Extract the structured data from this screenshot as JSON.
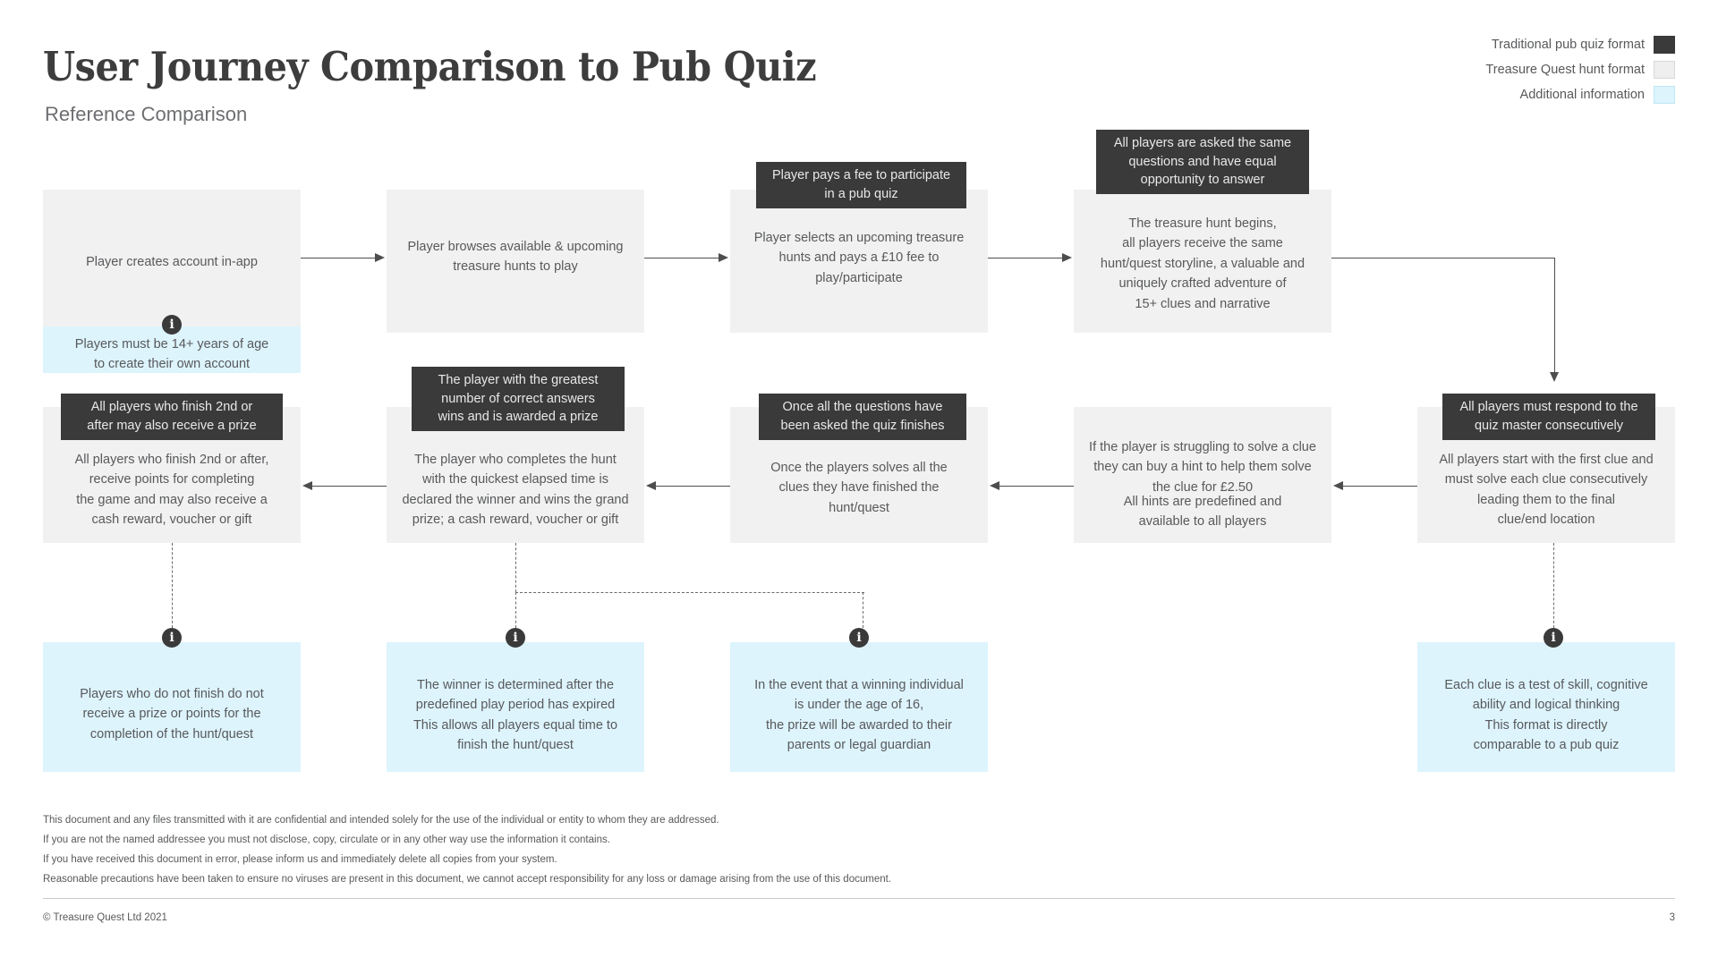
{
  "header": {
    "title": "User Journey Comparison to Pub Quiz",
    "subtitle": "Reference Comparison"
  },
  "legend": {
    "items": [
      {
        "label": "Traditional pub quiz format",
        "color": "#3a3a3a",
        "swatch": "dark"
      },
      {
        "label": "Treasure Quest hunt format",
        "color": "#efefef",
        "swatch": "grey"
      },
      {
        "label": "Additional information",
        "color": "#ddf4fd",
        "swatch": "blue"
      }
    ]
  },
  "icons": {
    "info": "i"
  },
  "flow": {
    "row1": [
      {
        "id": "create-account",
        "header": null,
        "body": "Player creates account in-app",
        "body2": null
      },
      {
        "id": "browse-hunts",
        "header": null,
        "body": "Player browses available & upcoming\ntreasure hunts to play",
        "body2": null
      },
      {
        "id": "pays-fee",
        "header": "Player pays a fee to participate\nin a pub quiz",
        "body": "Player selects an upcoming treasure\nhunts and pays a £10 fee to\nplay/participate",
        "body2": null
      },
      {
        "id": "hunt-begins",
        "header": "All players are asked the same\nquestions and have equal\nopportunity to answer",
        "body": "The treasure  hunt begins,\nall players receive the same\nhunt/quest storyline, a valuable and\nuniquely crafted adventure of\n15+ clues and narrative",
        "body2": null
      }
    ],
    "row2": [
      {
        "id": "finish-second",
        "header": "All players who finish 2nd or\nafter may also receive a prize",
        "body": "All players who finish 2nd or after,\nreceive points for completing\nthe game and may also receive a\ncash reward, voucher or gift",
        "body2": null
      },
      {
        "id": "winner-declared",
        "header": "The player with the greatest\nnumber of correct answers\nwins and is awarded a prize",
        "body": "The player who completes the hunt\nwith the quickest elapsed time is\ndeclared the winner and wins the grand\nprize; a cash reward, voucher or gift",
        "body2": null
      },
      {
        "id": "quiz-finishes",
        "header": "Once all the questions have\nbeen asked the quiz finishes",
        "body": "Once the players solves all the\nclues they have finished the\nhunt/quest",
        "body2": null
      },
      {
        "id": "buy-hint",
        "header": null,
        "body": "If the player is struggling to solve a clue\nthey can buy a hint to help them solve\nthe clue for £2.50",
        "body2": "All hints are predefined and\navailable to all players"
      },
      {
        "id": "respond-consecutively",
        "header": "All players must respond to the\nquiz master consecutively",
        "body": "All players start with the first clue and\nmust solve each clue consecutively\nleading them to the final\nclue/end location",
        "body2": null
      }
    ],
    "callouts": [
      {
        "id": "age-requirement",
        "body": "Players must be 14+ years of age\nto create their own account",
        "body2": null
      },
      {
        "id": "no-finish-no-prize",
        "body": "Players who do not finish do not\nreceive a prize or points for the\ncompletion of the hunt/quest",
        "body2": null
      },
      {
        "id": "winner-timing",
        "body": "The winner is determined after the\npredefined play period has expired",
        "body2": "This allows all players equal time to\nfinish the hunt/quest"
      },
      {
        "id": "under-16-guardian",
        "body": "In the event that a winning individual\nis under the age of 16,\nthe prize will be awarded to their\nparents or legal guardian",
        "body2": null
      },
      {
        "id": "clue-skill-test",
        "body": "Each clue is a test of skill, cognitive\nability and logical thinking",
        "body2": "This format is directly\ncomparable to a pub quiz"
      }
    ]
  },
  "footer": {
    "disclaimer": [
      "This document and any files transmitted with it are confidential and intended solely for the use of the individual or entity to whom they are addressed.",
      "If you are not the named addressee you must not disclose, copy, circulate or in any other way use the information it contains.",
      "If you have received this document in error, please inform us and immediately delete all copies from your system.",
      "Reasonable precautions have been taken to ensure no viruses are present in this document, we cannot accept responsibility for any loss or damage arising from the use of this document."
    ],
    "copyright": "© Treasure Quest Ltd 2021",
    "page_number": "3"
  }
}
